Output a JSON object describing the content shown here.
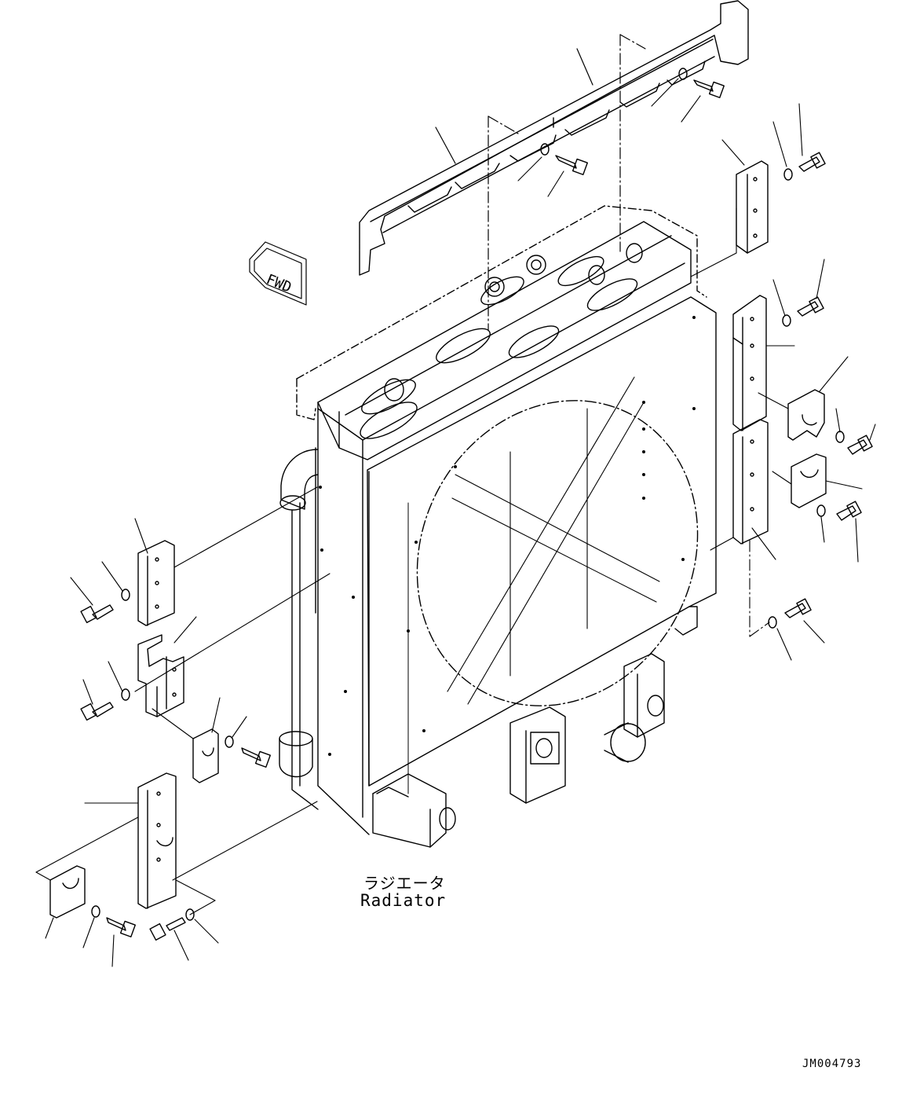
{
  "component_label": {
    "japanese": "ラジエータ",
    "english": "Radiator"
  },
  "orientation_marker": "FWD",
  "drawing_number": "JM004793",
  "colors": {
    "line": "#000000",
    "background": "#ffffff"
  }
}
